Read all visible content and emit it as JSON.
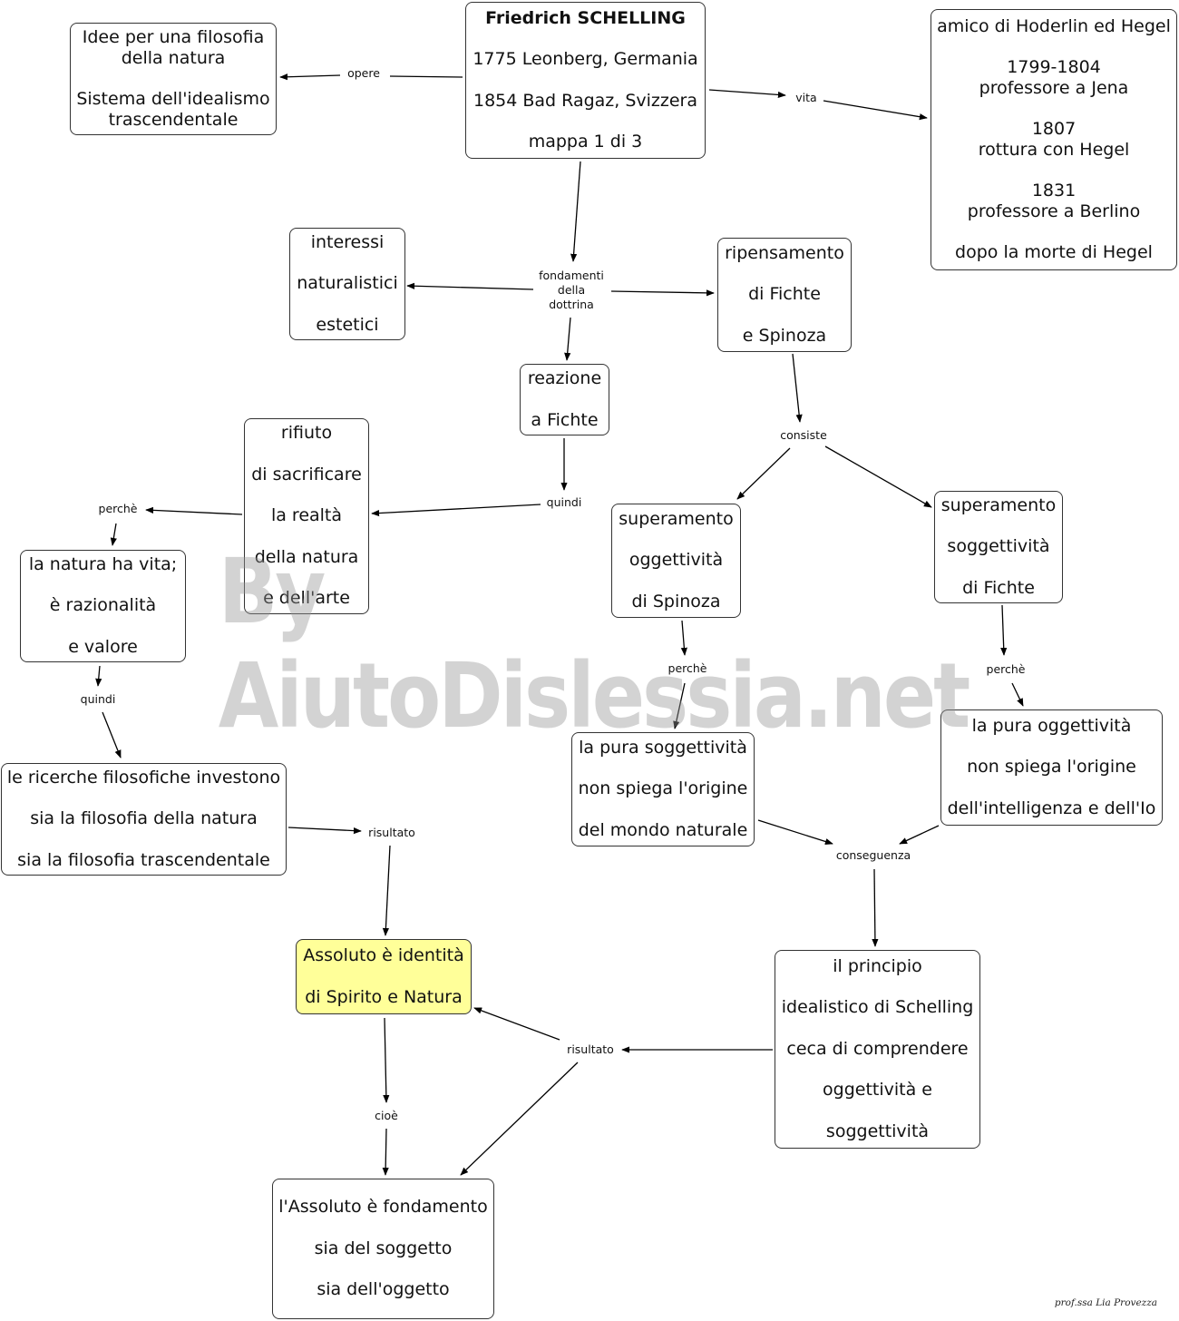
{
  "diagram": {
    "nodes": {
      "schelling": [
        "Friedrich SCHELLING",
        "",
        "1775 Leonberg, Germania",
        "",
        "1854 Bad Ragaz, Svizzera",
        "",
        "mappa 1 di 3"
      ],
      "opere": [
        "Idee per una filosofia",
        "della natura",
        "",
        "Sistema dell'idealismo",
        "trascendentale"
      ],
      "vita": [
        "amico di Hoderlin ed Hegel",
        "",
        "1799-1804",
        "professore a Jena",
        "",
        "1807",
        "rottura con Hegel",
        "",
        "1831",
        "professore a Berlino",
        "",
        "dopo la morte di Hegel"
      ],
      "interessi": [
        "interessi",
        "naturalistici",
        "estetici"
      ],
      "ripensamento": [
        "ripensamento",
        "di Fichte",
        "e Spinoza"
      ],
      "reazione": [
        "reazione",
        "a Fichte"
      ],
      "rifiuto": [
        "rifiuto",
        "di sacrificare",
        "la realtà",
        "della natura",
        "e dell'arte"
      ],
      "natura_vita": [
        "la natura ha vita;",
        "è razionalità",
        "e valore"
      ],
      "superamento_ogg": [
        "superamento",
        "oggettività",
        "di Spinoza"
      ],
      "superamento_sogg": [
        "superamento",
        "soggettività",
        "di Fichte"
      ],
      "pura_sogg": [
        "la pura soggettività",
        "non spiega l'origine",
        "del mondo naturale"
      ],
      "pura_ogg": [
        "la pura oggettività",
        "non spiega l'origine",
        "dell'intelligenza e dell'Io"
      ],
      "ricerche": [
        "le ricerche filosofiche investono",
        "sia la filosofia della natura",
        "sia la filosofia trascendentale"
      ],
      "assoluto_identita": [
        "Assoluto è identità",
        "di Spirito e Natura"
      ],
      "principio": [
        "il principio",
        "idealistico di Schelling",
        "ceca di comprendere",
        "oggettività e",
        "soggettività"
      ],
      "assoluto_fondamento": [
        "l'Assoluto è fondamento",
        "sia del soggetto",
        "sia dell'oggetto"
      ]
    },
    "labels": {
      "opere": "opere",
      "vita": "vita",
      "fondamenti": "fondamenti\ndella\ndottrina",
      "quindi_1": "quindi",
      "consiste": "consiste",
      "perche_1": "perchè",
      "perche_2": "perchè",
      "perche_3": "perchè",
      "quindi_2": "quindi",
      "risultato_1": "risultato",
      "conseguenza": "conseguenza",
      "risultato_2": "risultato",
      "cioe": "cioè"
    }
  },
  "watermark": "By AiutoDislessia.net",
  "signature": "prof.ssa Lia Provezza",
  "colors": {
    "highlight": "#ffff99",
    "line": "#000000",
    "border": "#333333",
    "watermark": "#969696"
  }
}
